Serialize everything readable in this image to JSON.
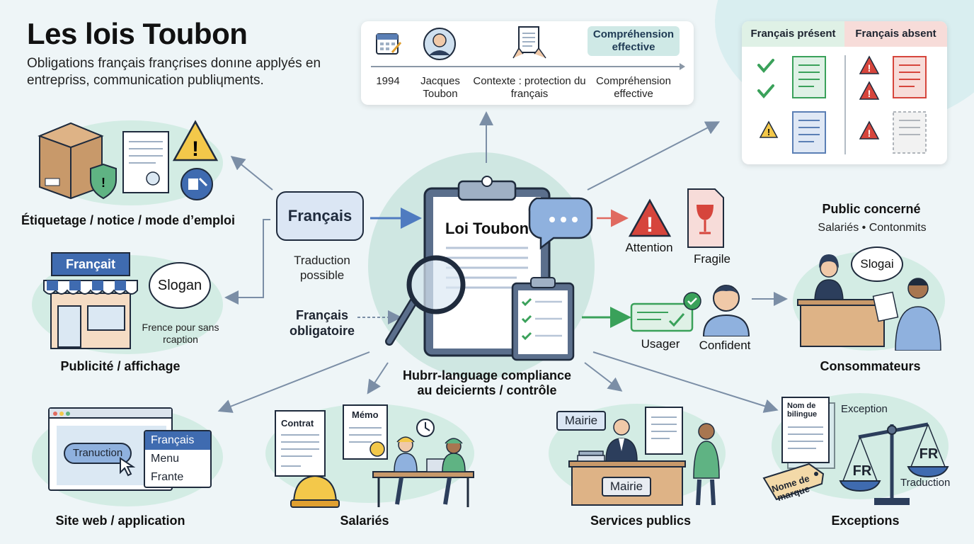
{
  "header": {
    "title": "Les lois Toubon",
    "subtitle": "Obligations français françɾises donıne applyés en entrepɾiss, communication publiɥments."
  },
  "timeline": {
    "items": [
      {
        "label": "1994",
        "icon": "calendar-icon"
      },
      {
        "label": "Jacques Toubon",
        "icon": "portrait-icon"
      },
      {
        "label": "Contexte : protection du français",
        "icon": "document-hands-icon"
      },
      {
        "label": "Compréhension effective",
        "icon": "badge"
      }
    ],
    "badge": "Compréhension effective"
  },
  "comparison": {
    "present_header": "Français présent",
    "absent_header": "Français absent",
    "colors": {
      "present": "#dff1e6",
      "absent": "#f7dcd9",
      "check": "#3aa15a",
      "warn": "#d6453c"
    }
  },
  "center": {
    "doc_title": "Loi Toubon",
    "caption_line1": "Hubrr-language compliance",
    "caption_line2": "au deiciernts / contrôle"
  },
  "francais_bubble": {
    "label": "Français",
    "caption": "Traduction possible"
  },
  "francais_obligatoire": "Français obligatoire",
  "warnings": {
    "attention": "Attention",
    "fragile": "Fragile",
    "usager": "Usager",
    "confident": "Confident"
  },
  "public": {
    "title": "Public concerné",
    "subtitle": "Salariés • Contonmits",
    "bubble": "Slogai",
    "label": "Consommateurs"
  },
  "sections": {
    "etiquetage": "Étiquetage / notice / mode d’emploi",
    "publicite": "Publicité / affichage",
    "site_web": "Site web / application",
    "salaries": "Salariés",
    "services_publics": "Services publics",
    "exceptions": "Exceptions"
  },
  "shop": {
    "sign": "Françait",
    "bubble": "Slogan",
    "caption": "Frence pour sans rcaption"
  },
  "website": {
    "button": "Tranuction",
    "menu": [
      "Français",
      "Menu",
      "Frante"
    ]
  },
  "workplace": {
    "contract": "Contrat",
    "memo": "Mémo"
  },
  "mairie": {
    "sign_top": "Mairie",
    "sign_desk": "Mairie"
  },
  "exceptions_panel": {
    "doc_label": "Nom de bilingue",
    "exception": "Exception",
    "tag": "Nome de marque",
    "fr_left": "FR",
    "fr_right": "FR",
    "traduction": "Traduction"
  }
}
